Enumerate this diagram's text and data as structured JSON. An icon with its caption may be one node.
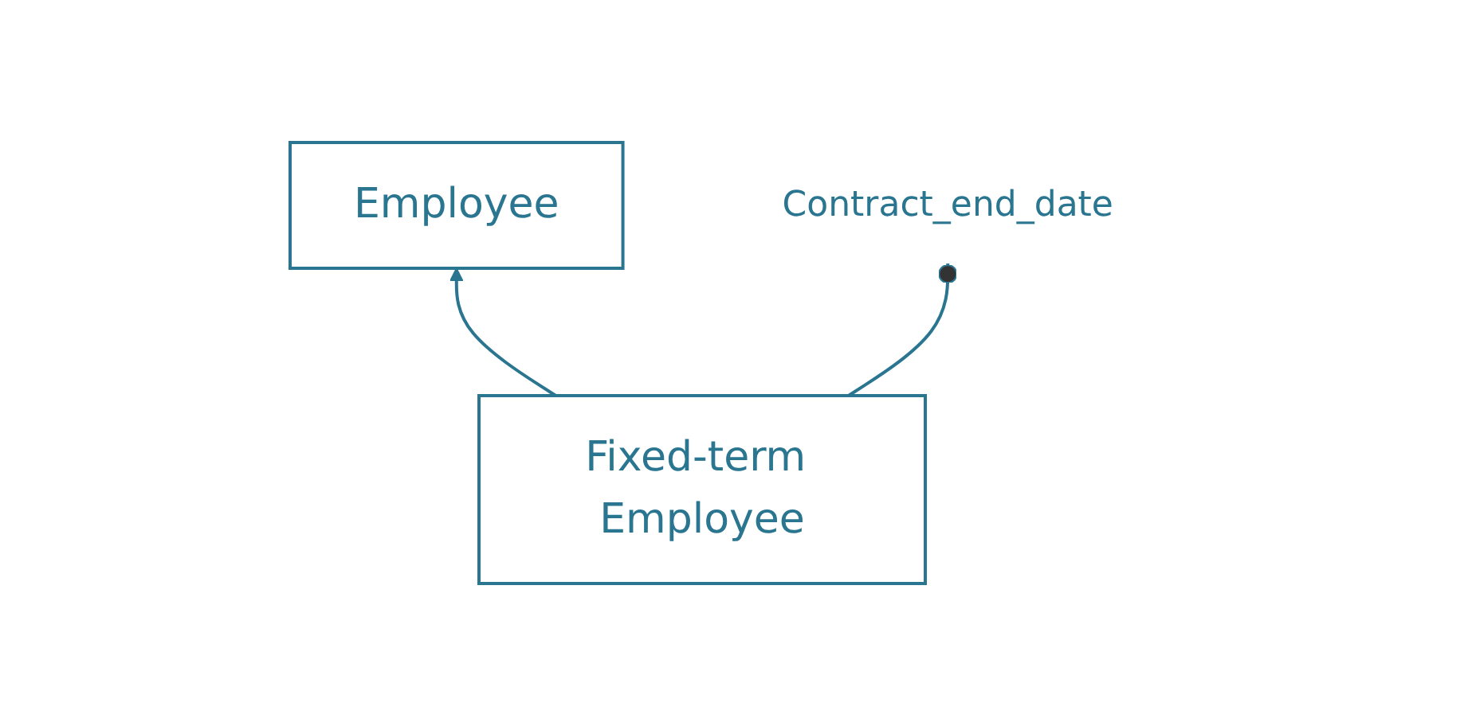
{
  "diagram": {
    "nodes": [
      {
        "text": [
          "Employee"
        ]
      },
      {
        "text": [
          "Fixed-term Employee"
        ]
      },
      {
        "text": [
          "Contract_end_date"
        ]
      }
    ],
    "edges": [
      {
        "from": 1,
        "to": 0,
        "arrow": "to"
      },
      {
        "from": 1,
        "to": 2,
        "arrow": "other"
      }
    ]
  }
}
